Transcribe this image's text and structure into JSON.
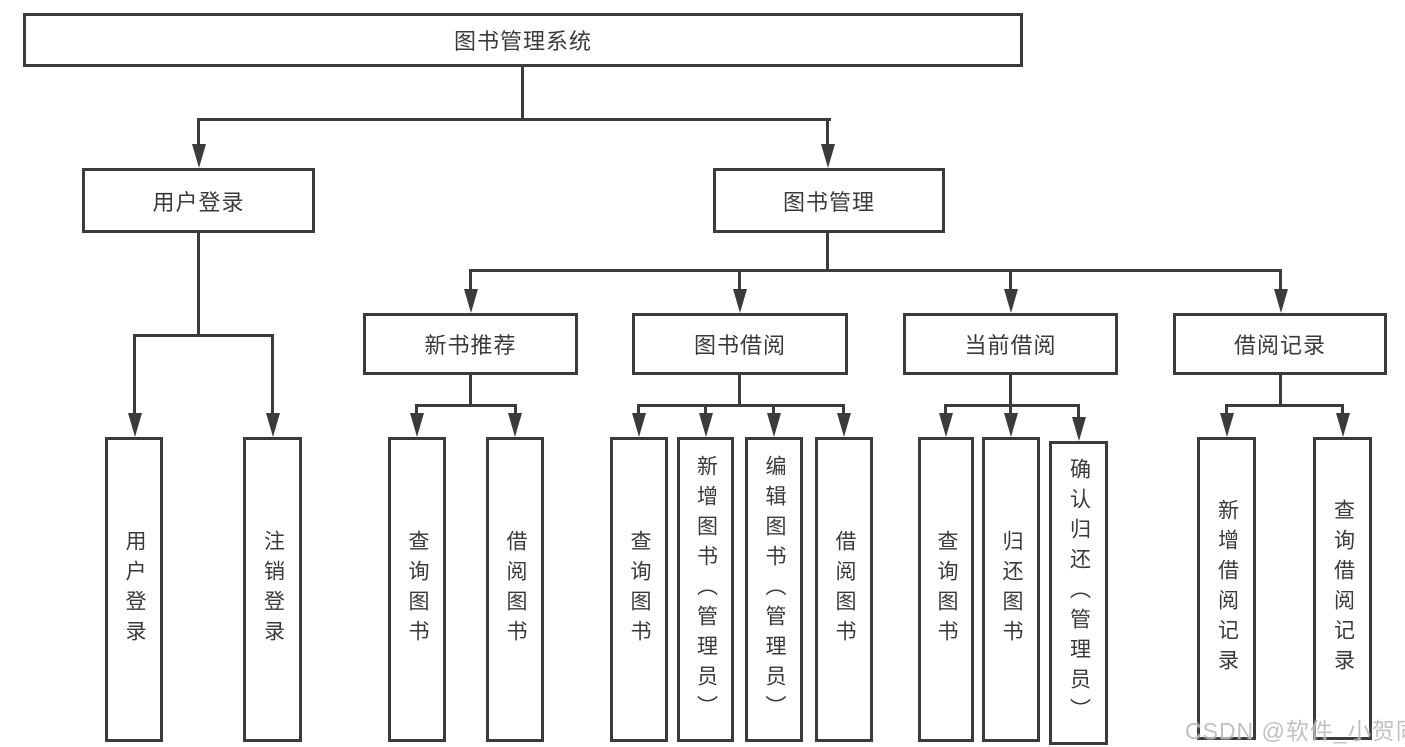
{
  "tree": {
    "label": "图书管理系统",
    "children": [
      {
        "label": "用户登录",
        "children": [
          {
            "label": "用户登录"
          },
          {
            "label": "注销登录"
          }
        ]
      },
      {
        "label": "图书管理",
        "children": [
          {
            "label": "新书推荐",
            "children": [
              {
                "label": "查询图书"
              },
              {
                "label": "借阅图书"
              }
            ]
          },
          {
            "label": "图书借阅",
            "children": [
              {
                "label": "查询图书"
              },
              {
                "label": "新增图书（管理员）"
              },
              {
                "label": "编辑图书（管理员）"
              },
              {
                "label": "借阅图书"
              }
            ]
          },
          {
            "label": "当前借阅",
            "children": [
              {
                "label": "查询图书"
              },
              {
                "label": "归还图书"
              },
              {
                "label": "确认归还（管理员）"
              }
            ]
          },
          {
            "label": "借阅记录",
            "children": [
              {
                "label": "新增借阅记录"
              },
              {
                "label": "查询借阅记录"
              }
            ]
          }
        ]
      }
    ]
  },
  "watermark": {
    "text": "CSDN @软件_小贺同学"
  },
  "colors": {
    "line": "#3b3b3b",
    "text": "#3a3a3a",
    "background": "#ffffff",
    "watermark": "#b7bbc0"
  }
}
